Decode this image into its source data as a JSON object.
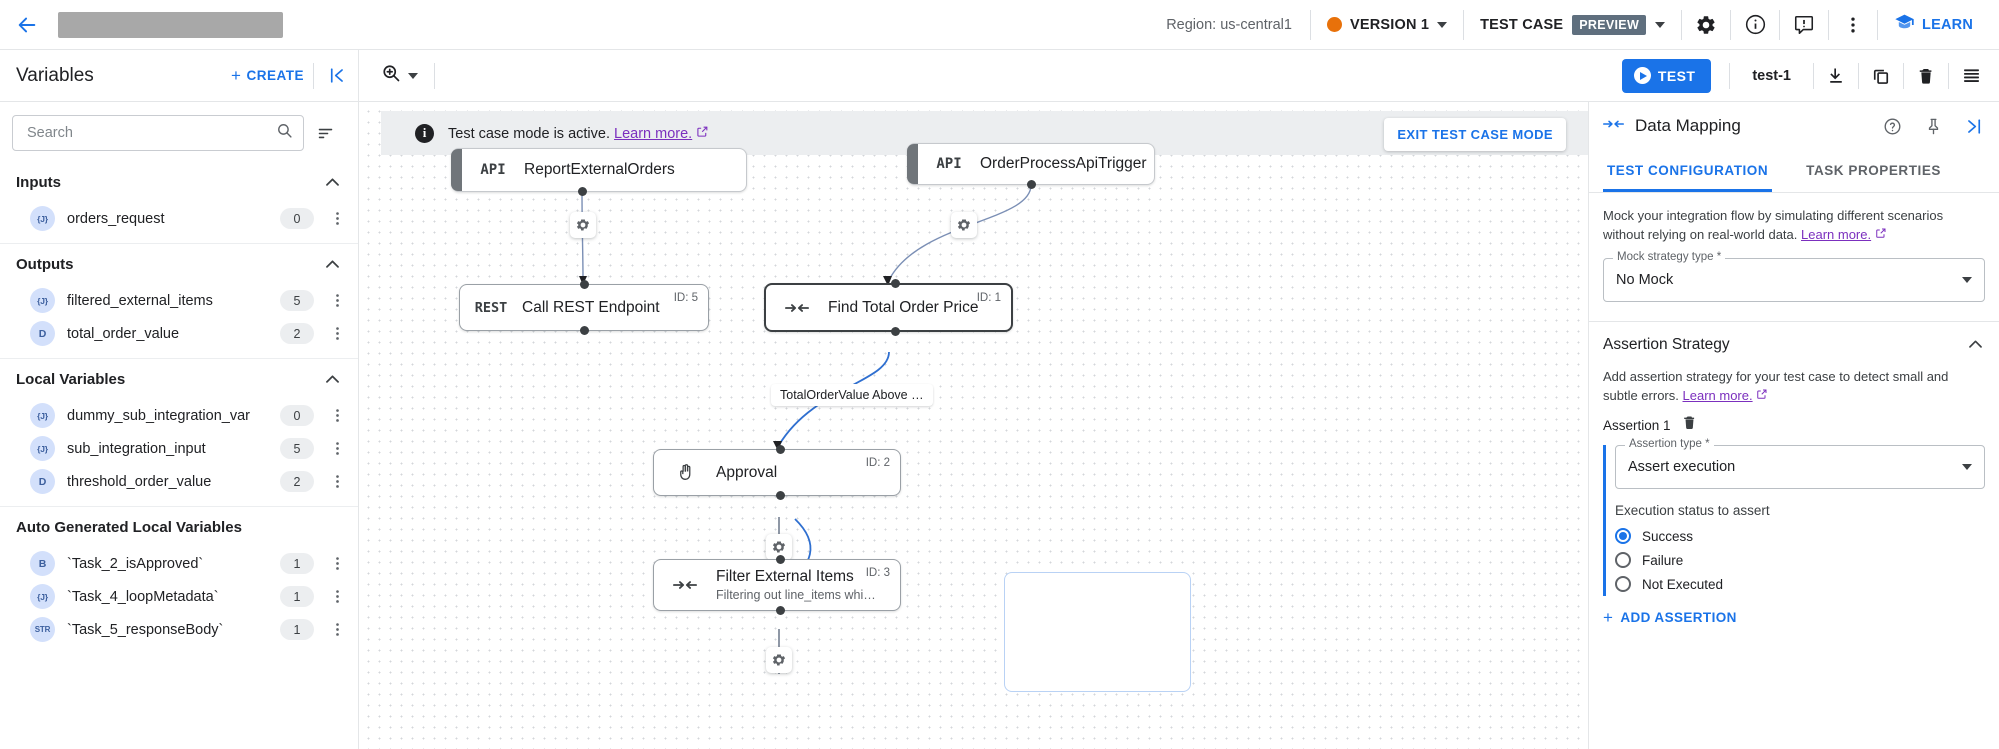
{
  "header": {
    "back_icon": "back-arrow-icon",
    "title_placeholder": "",
    "region": "Region: us-central1",
    "version_label": "VERSION 1",
    "version_dot_color": "#e8710a",
    "test_case_label": "TEST CASE",
    "preview_badge": "PREVIEW",
    "learn_label": "LEARN",
    "icons": [
      "gear-icon",
      "info-icon",
      "feedback-icon",
      "more-vert-icon",
      "learn-icon"
    ]
  },
  "toolbar": {
    "variables_title": "Variables",
    "create_label": "CREATE",
    "collapse_icon": "collapse-panel-icon",
    "zoom_icon": "zoom-icon",
    "test_label": "TEST",
    "test_name": "test-1",
    "download_icon": "download-icon",
    "copy_icon": "copy-icon",
    "delete_icon": "delete-icon",
    "list_icon": "list-icon"
  },
  "sidebar": {
    "search_placeholder": "Search",
    "search_value": "",
    "sections": [
      {
        "title": "Inputs",
        "expanded": true,
        "items": [
          {
            "badge": "{J}",
            "name": "orders_request",
            "count": "0"
          }
        ]
      },
      {
        "title": "Outputs",
        "expanded": true,
        "items": [
          {
            "badge": "{J}",
            "name": "filtered_external_items",
            "count": "5"
          },
          {
            "badge": "D",
            "name": "total_order_value",
            "count": "2"
          }
        ]
      },
      {
        "title": "Local Variables",
        "expanded": true,
        "items": [
          {
            "badge": "{J}",
            "name": "dummy_sub_integration_var",
            "count": "0"
          },
          {
            "badge": "{J}",
            "name": "sub_integration_input",
            "count": "5"
          },
          {
            "badge": "D",
            "name": "threshold_order_value",
            "count": "2"
          }
        ]
      },
      {
        "title": "Auto Generated Local Variables",
        "expanded": true,
        "items": [
          {
            "badge": "B",
            "name": "`Task_2_isApproved`",
            "count": "1"
          },
          {
            "badge": "{J}",
            "name": "`Task_4_loopMetadata`",
            "count": "1"
          },
          {
            "badge": "STR",
            "name": "`Task_5_responseBody`",
            "count": "1"
          }
        ]
      }
    ]
  },
  "canvas": {
    "banner_text": "Test case mode is active.",
    "banner_link": "Learn more.",
    "exit_label": "EXIT TEST CASE MODE",
    "nodes": [
      {
        "kind": "API",
        "title": "ReportExternalOrders",
        "sub": "",
        "id": ""
      },
      {
        "kind": "API",
        "title": "OrderProcessApiTrigger",
        "sub": "",
        "id": ""
      },
      {
        "kind": "REST",
        "title": "Call REST Endpoint",
        "sub": "",
        "id": "ID: 5"
      },
      {
        "kind": "map",
        "title": "Find Total Order Price",
        "sub": "",
        "id": "ID: 1"
      },
      {
        "kind": "approval",
        "title": "Approval",
        "sub": "",
        "id": "ID: 2"
      },
      {
        "kind": "map",
        "title": "Filter External Items",
        "sub": "Filtering out line_items whi…",
        "id": "ID: 3"
      }
    ],
    "edge_label": "TotalOrderValue Above …"
  },
  "rightpanel": {
    "title": "Data Mapping",
    "header_icons": [
      "help-icon",
      "pin-icon",
      "collapse-right-icon"
    ],
    "tabs": [
      {
        "label": "TEST CONFIGURATION",
        "active": true
      },
      {
        "label": "TASK PROPERTIES",
        "active": false
      }
    ],
    "mock_desc": "Mock your integration flow by simulating different scenarios without relying on real-world data.",
    "mock_link": "Learn more.",
    "mock_field_label": "Mock strategy type *",
    "mock_field_value": "No Mock",
    "assertion_section_title": "Assertion Strategy",
    "assertion_desc": "Add assertion strategy for your test case to detect small and subtle errors.",
    "assertion_link": "Learn more.",
    "assertion_name": "Assertion 1",
    "assertion_delete_icon": "delete-icon",
    "assertion_type_label": "Assertion type *",
    "assertion_type_value": "Assert execution",
    "exec_status_label": "Execution status to assert",
    "radios": [
      {
        "label": "Success",
        "selected": true
      },
      {
        "label": "Failure",
        "selected": false
      },
      {
        "label": "Not Executed",
        "selected": false
      }
    ],
    "add_assertion_label": "ADD ASSERTION"
  }
}
